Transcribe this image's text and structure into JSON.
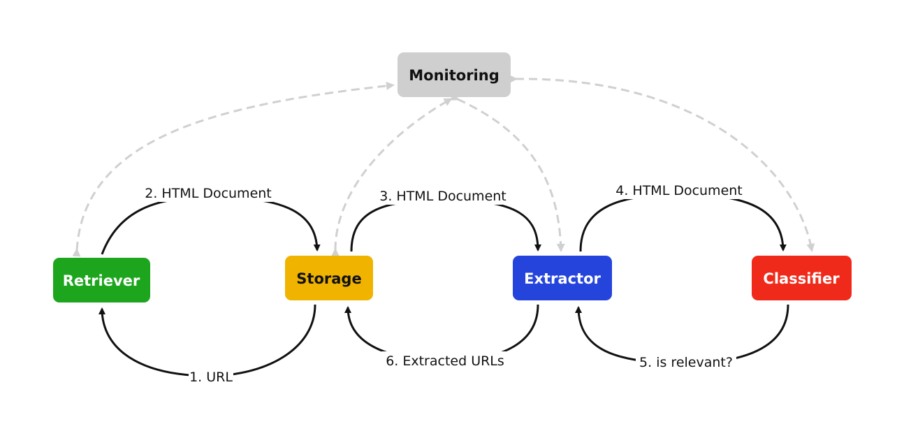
{
  "nodes": {
    "monitoring": {
      "label": "Monitoring",
      "fill": "#cfcfcf",
      "text_color": "#111111"
    },
    "retriever": {
      "label": "Retriever",
      "fill": "#1ea51e",
      "text_color": "#ffffff"
    },
    "storage": {
      "label": "Storage",
      "fill": "#f0b400",
      "text_color": "#111111"
    },
    "extractor": {
      "label": "Extractor",
      "fill": "#2444dc",
      "text_color": "#ffffff"
    },
    "classifier": {
      "label": "Classifier",
      "fill": "#f02a1a",
      "text_color": "#ffffff"
    }
  },
  "edges": {
    "e1": {
      "label": "1. URL"
    },
    "e2": {
      "label": "2. HTML Document"
    },
    "e3": {
      "label": "3. HTML Document"
    },
    "e4": {
      "label": "4. HTML Document"
    },
    "e5": {
      "label": "5. is relevant?"
    },
    "e6": {
      "label": "6. Extracted URLs"
    }
  },
  "colors": {
    "flow_arrow": "#111111",
    "monitor_arrow": "#d0d0d0"
  }
}
